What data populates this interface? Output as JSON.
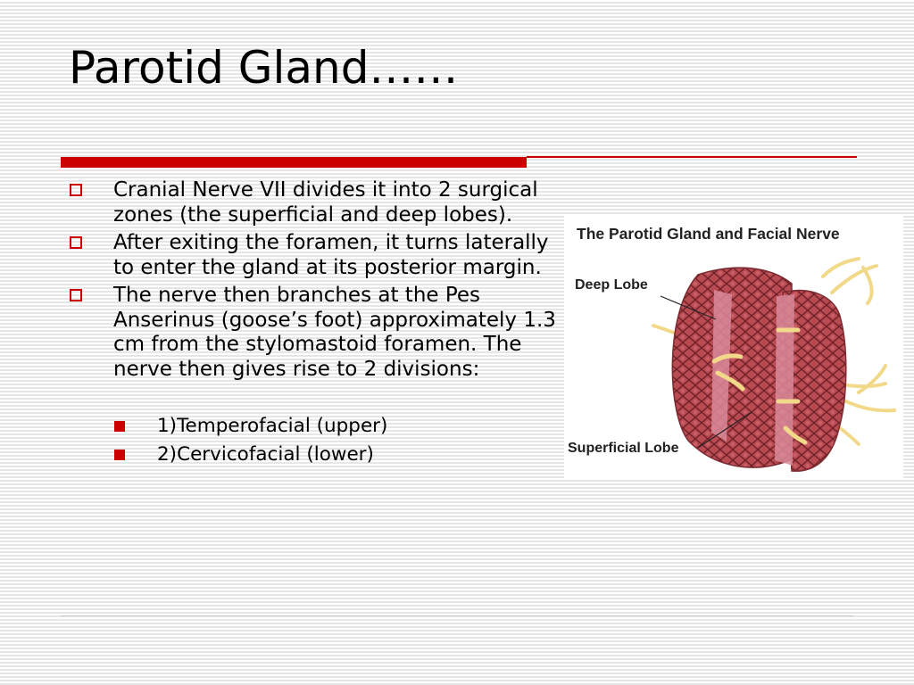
{
  "slide": {
    "title": "Parotid Gland……",
    "bullets": [
      "Cranial Nerve VII divides it into 2 surgical zones (the superficial and deep lobes).",
      "After exiting the foramen, it turns laterally to enter the gland at its posterior margin.",
      "The nerve then branches at the Pes Anserinus (goose’s foot) approximately 1.3 cm from the stylomastoid foramen.  The nerve then gives rise to 2 divisions:"
    ],
    "sub_bullets": [
      "1)Temperofacial (upper)",
      "2)Cervicofacial (lower)"
    ]
  },
  "figure": {
    "title": "The Parotid Gland and Facial Nerve",
    "label_deep": "Deep Lobe",
    "label_superficial": "Superficial Lobe"
  },
  "colors": {
    "accent": "#cc0000",
    "gland": "#b84a52",
    "nerve": "#f2d98a"
  }
}
